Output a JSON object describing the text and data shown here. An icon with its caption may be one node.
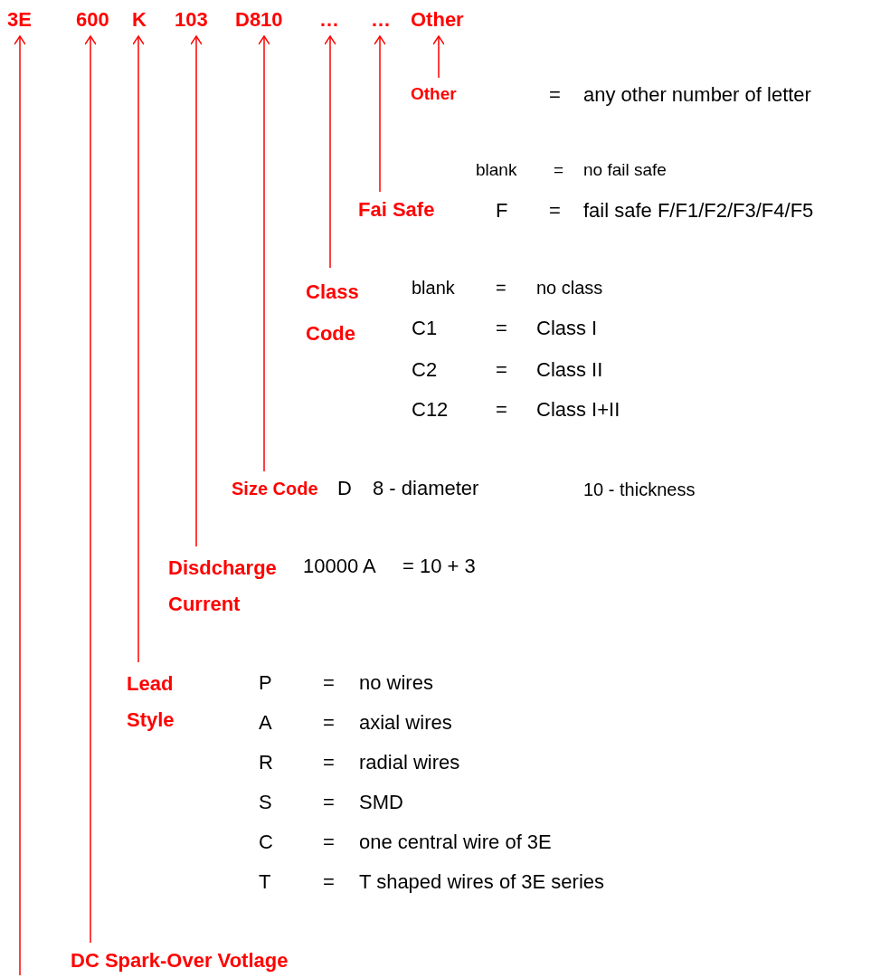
{
  "diagram": {
    "nodes": [
      {
        "text": [
          "3E"
        ]
      },
      {
        "text": [
          "600"
        ]
      },
      {
        "text": [
          "K"
        ]
      },
      {
        "text": [
          "103"
        ]
      },
      {
        "text": [
          "D810"
        ]
      },
      {
        "text": [
          "…"
        ]
      },
      {
        "text": [
          "…"
        ]
      },
      {
        "text": [
          "Other"
        ]
      },
      {
        "text": [
          "Other"
        ]
      },
      {
        "text": [
          "Fai Safe"
        ]
      },
      {
        "text": [
          "Class Code"
        ]
      },
      {
        "text": [
          "Size Code"
        ]
      },
      {
        "text": [
          "Disdcharge Current"
        ]
      },
      {
        "text": [
          "Lead Style"
        ]
      },
      {
        "text": [
          "DC Spark-Over Votlage"
        ]
      }
    ],
    "edges": [
      {
        "from": null,
        "to": 0,
        "arrow": "to"
      },
      {
        "from": 14,
        "to": 1,
        "arrow": "to"
      },
      {
        "from": 13,
        "to": 2,
        "arrow": "to"
      },
      {
        "from": 12,
        "to": 3,
        "arrow": "to"
      },
      {
        "from": 11,
        "to": 4,
        "arrow": "to"
      },
      {
        "from": 10,
        "to": 5,
        "arrow": "to"
      },
      {
        "from": 9,
        "to": 6,
        "arrow": "to"
      },
      {
        "from": 8,
        "to": 7,
        "arrow": "to"
      }
    ],
    "labels": [
      "=",
      "any other number of letter",
      "blank",
      "=",
      "no fail safe",
      "F",
      "=",
      "fail safe F/F1/F2/F3/F4/F5",
      "blank",
      "=",
      "no class",
      "C1",
      "=",
      "Class I",
      "C2",
      "=",
      "Class II",
      "C12",
      "=",
      "Class I+II",
      "D",
      "8 - diameter",
      "10 - thickness",
      "10000 A",
      "= 10 + 3",
      "P",
      "=",
      "no wires",
      "A",
      "=",
      "axial wires",
      "R",
      "=",
      "radial wires",
      "S",
      "=",
      "SMD",
      "C",
      "=",
      "one central wire of 3E",
      "T",
      "=",
      "T shaped wires of 3E series"
    ]
  }
}
